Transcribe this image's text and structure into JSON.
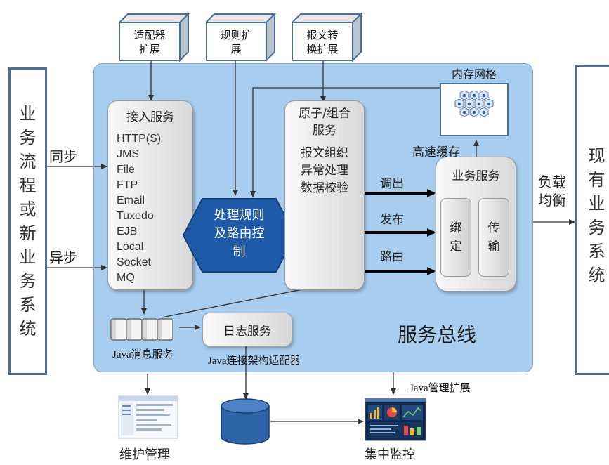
{
  "left_system": {
    "text": [
      "业",
      "务",
      "流",
      "程",
      "或",
      "新",
      "业",
      "务",
      "系",
      "统"
    ]
  },
  "right_system": {
    "text": [
      "现",
      "有",
      "业",
      "务",
      "系",
      "统"
    ]
  },
  "input_labels": {
    "sync": "同步",
    "async": "异步"
  },
  "output_label": {
    "line1": "负载",
    "line2": "均衡"
  },
  "extensions": [
    {
      "line1": "适配器",
      "line2": "扩展"
    },
    {
      "line1": "规则扩",
      "line2": "展"
    },
    {
      "line1": "报文转",
      "line2": "换扩展"
    }
  ],
  "access_service": {
    "title": "接入服务",
    "protocols": [
      "HTTP(S)",
      "JMS",
      "File",
      "FTP",
      "Email",
      "Tuxedo",
      "EJB",
      "Local",
      "Socket",
      "MQ"
    ]
  },
  "routing": {
    "line1": "处理规则",
    "line2": "及路由控",
    "line3": "制"
  },
  "composite_service": {
    "title_line1": "原子/组合",
    "title_line2": "服务",
    "items": [
      "报文组织",
      "异常处理",
      "数据校验"
    ]
  },
  "actions": [
    "调出",
    "发布",
    "路由"
  ],
  "memory_grid": {
    "title": "内存网格"
  },
  "cache_label": "高速缓存",
  "business_service": {
    "title": "业务服务",
    "bind": {
      "line1": "绑",
      "line2": "定"
    },
    "transfer": {
      "line1": "传",
      "line2": "输"
    }
  },
  "log_service": "日志服务",
  "bus_title": "服务总线",
  "jms_label": "Java消息服务",
  "jca_label": "Java连接架构适配器",
  "jmx_label": "Java管理扩展",
  "maintenance_label": "维护管理",
  "monitor_label": "集中监控",
  "colors": {
    "bus": "#a9cdee",
    "hexagon": "#1e5aa8",
    "border": "#4a6f96",
    "arrow": "#111111"
  }
}
